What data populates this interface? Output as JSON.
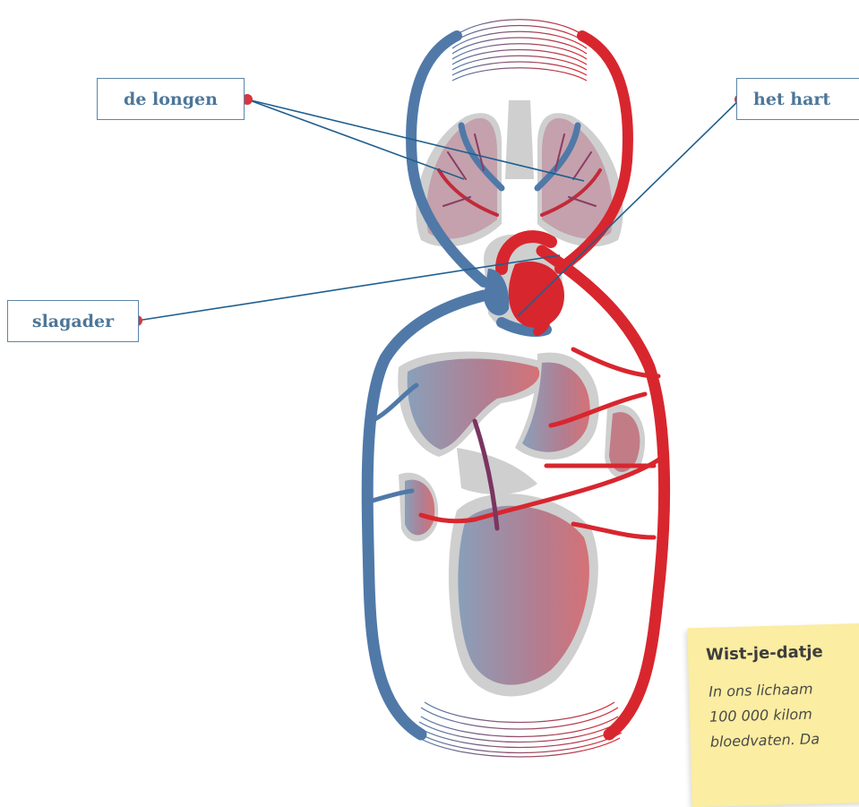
{
  "labels": {
    "lungs": "de longen",
    "heart": "het hart",
    "artery": "slagader"
  },
  "note": {
    "title": "Wist-je-datje",
    "lines": [
      "In ons lichaam",
      "100 000 kilom",
      "bloedvaten. Da"
    ]
  },
  "colors": {
    "vein_blue": "#5079a8",
    "artery_red": "#d8262e",
    "organ_gray": "#c9c9c9",
    "leader_line": "#1f5f8f",
    "marker_red": "#d9363e",
    "label_text": "#4d7698",
    "note_yellow": "#fbeda1"
  }
}
